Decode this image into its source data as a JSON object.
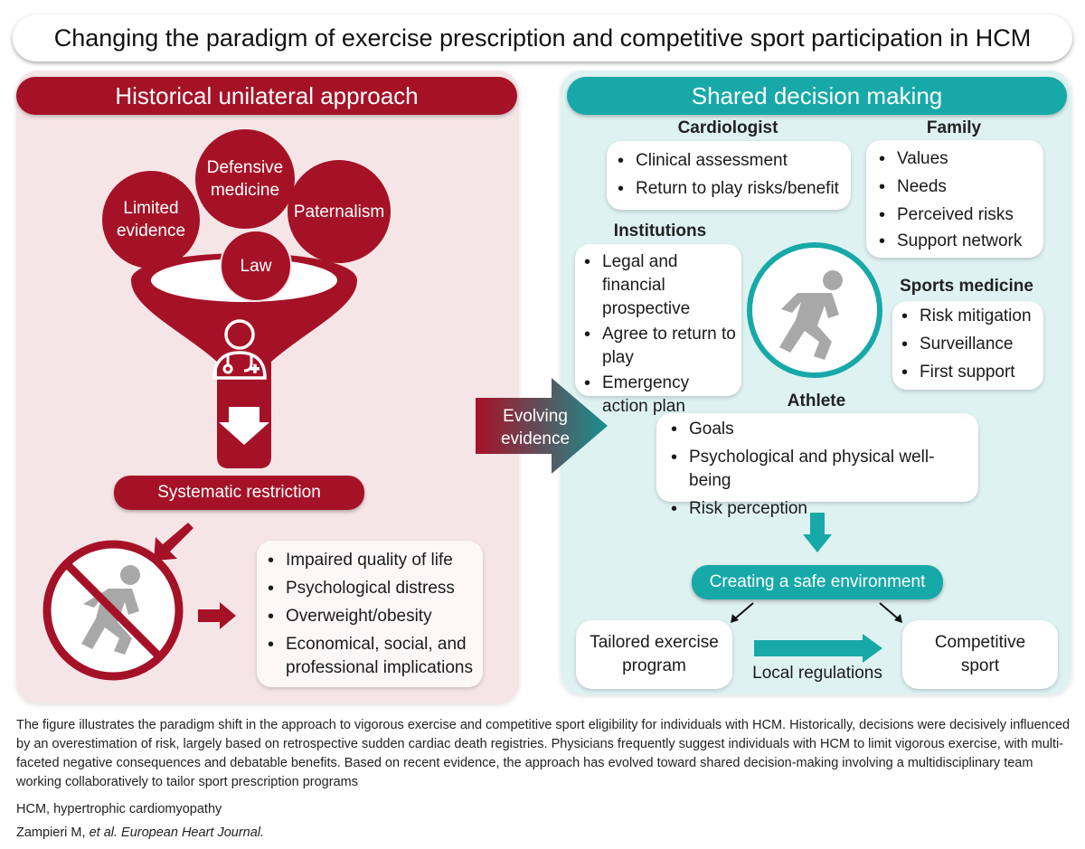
{
  "title": "Changing the paradigm of exercise prescription and competitive sport participation in HCM",
  "colors": {
    "red": "#a51227",
    "teal": "#17a9a8",
    "left_bg": "#f6e5e7",
    "right_bg": "#dff2f2"
  },
  "left": {
    "header": "Historical unilateral approach",
    "circles": {
      "limited_line1": "Limited",
      "limited_line2": "evidence",
      "defensive_line1": "Defensive",
      "defensive_line2": "medicine",
      "paternalism": "Paternalism",
      "law": "Law"
    },
    "restriction_label": "Systematic restriction",
    "consequences": [
      "Impaired quality of life",
      "Psychological distress",
      "Overweight/obesity",
      "Economical, social, and professional implications"
    ]
  },
  "middle": {
    "arrow_line1": "Evolving",
    "arrow_line2": "evidence"
  },
  "right": {
    "header": "Shared decision making",
    "cardiologist": {
      "heading": "Cardiologist",
      "items": [
        "Clinical assessment",
        "Return to play risks/benefit"
      ]
    },
    "family": {
      "heading": "Family",
      "items": [
        "Values",
        "Needs",
        "Perceived risks",
        "Support network"
      ]
    },
    "institutions": {
      "heading": "Institutions",
      "items": [
        "Legal and financial prospective",
        "Agree to return to play",
        "Emergency action plan"
      ]
    },
    "sports_medicine": {
      "heading": "Sports medicine",
      "items": [
        "Risk mitigation",
        "Surveillance",
        "First support"
      ]
    },
    "athlete": {
      "heading": "Athlete",
      "items": [
        "Goals",
        "Psychological and physical well-being",
        "Risk perception"
      ]
    },
    "safe_env": "Creating a safe environment",
    "tailored_line1": "Tailored exercise",
    "tailored_line2": "program",
    "local_regulations": "Local regulations",
    "competitive_line1": "Competitive",
    "competitive_line2": "sport"
  },
  "caption": {
    "text": "The figure illustrates the paradigm shift in the approach to vigorous exercise and competitive sport eligibility for individuals with HCM. Historically, decisions were decisively influenced by an overestimation of risk, largely based on retrospective sudden cardiac death registries. Physicians frequently suggest individuals with HCM to limit vigorous exercise, with multi-faceted negative consequences and debatable benefits. Based on recent evidence, the approach has evolved toward shared decision-making involving a multidisciplinary team working collaboratively to tailor sport prescription programs",
    "abbr_term": "HCM",
    "abbr_def": ", hypertrophic cardiomyopathy",
    "citation_authors": "Zampieri M, ",
    "citation_etal": "et al.",
    "citation_journal": " European Heart Journal."
  }
}
